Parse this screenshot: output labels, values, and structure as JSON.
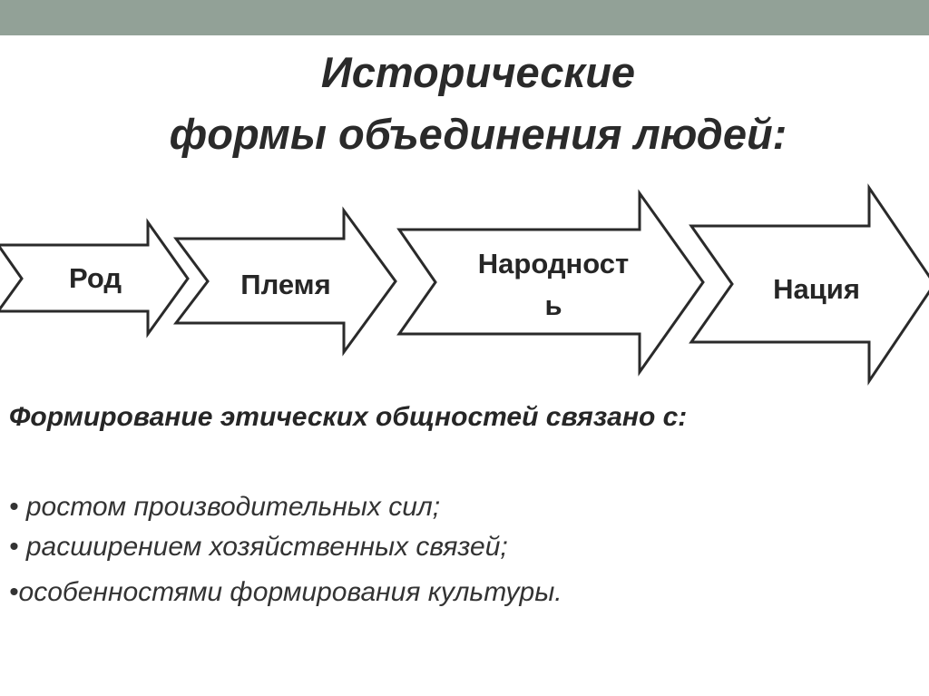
{
  "slide": {
    "accent_color": "#92a197",
    "title_line1": "Исторические",
    "title_line2": "формы объединения людей:",
    "arrows": [
      {
        "label": "Род"
      },
      {
        "label": "Племя"
      },
      {
        "label_line1": "Народност",
        "label_line2": "ь"
      },
      {
        "label": "Нация"
      }
    ],
    "heading": "Формирование этических общностей связано с:",
    "bullets": [
      "• ростом производительных сил;",
      "• расширением хозяйственных связей;",
      "•особенностями формирования культуры."
    ]
  }
}
